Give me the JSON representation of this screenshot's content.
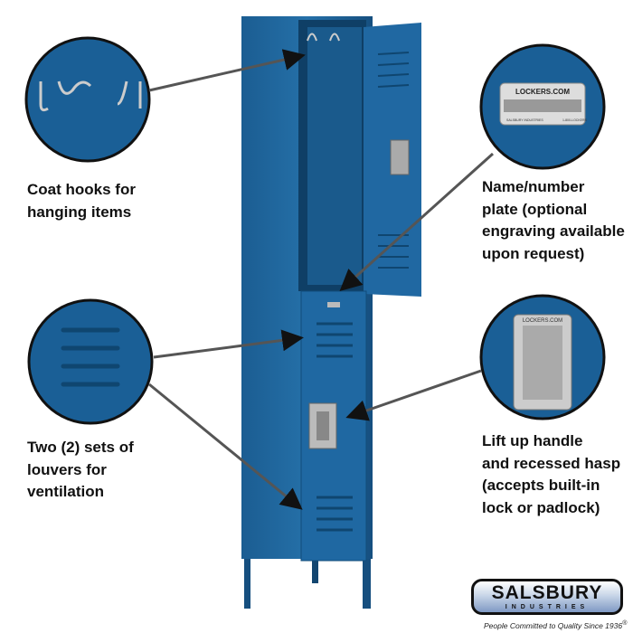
{
  "callouts": {
    "coat_hooks": "Coat hooks for\nhanging items",
    "name_plate": "Name/number\nplate (optional\nengraving available\nupon request)",
    "louvers": "Two (2) sets of\nlouvers for\nventilation",
    "handle": "Lift up handle\nand recessed hasp\n(accepts built-in\nlock or padlock)"
  },
  "plate": {
    "title": "LOCKERS.COM",
    "left": "SALSBURY INDUSTRIES",
    "right": "1-800-LOCKERS"
  },
  "handle_plate_text": "LOCKERS.COM",
  "logo": {
    "name": "SALSBURY",
    "sub": "INDUSTRIES",
    "tagline": "People Committed to Quality Since 1936",
    "mark": "®"
  },
  "colors": {
    "locker_blue": "#1a5f96",
    "dark_blue": "#0f4670",
    "arrow": "#555555"
  }
}
